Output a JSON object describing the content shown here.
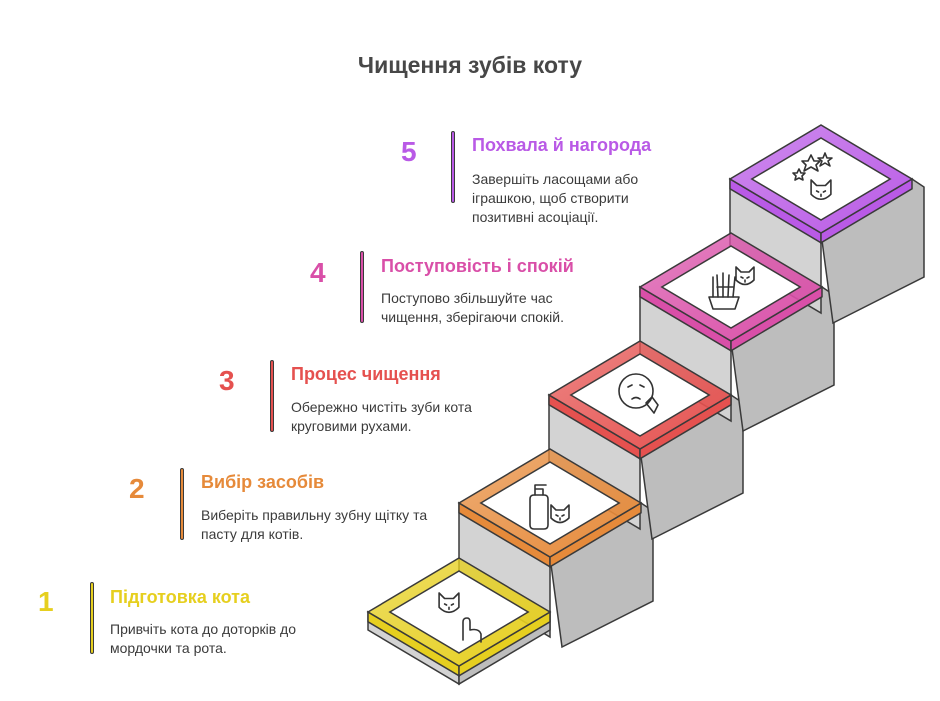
{
  "title": "Чищення зубів коту",
  "steps": [
    {
      "number": "1",
      "title": "Підготовка кота",
      "description": "Привчіть кота до доторків до мордочки та рота.",
      "color": "#e6cf1f",
      "icon": "cat-touch-icon"
    },
    {
      "number": "2",
      "title": "Вибір засобів",
      "description": "Виберіть правильну зубну щітку та пасту для котів.",
      "color": "#e68a3a",
      "icon": "toothpaste-cat-icon"
    },
    {
      "number": "3",
      "title": "Процес чищення",
      "description": "Обережно чистіть зуби кота круговими рухами.",
      "color": "#e5514f",
      "icon": "calm-face-icon"
    },
    {
      "number": "4",
      "title": "Поступовість і спокій",
      "description": "Поступово збільшуйте час чищення, зберігаючи спокій.",
      "color": "#d94fa8",
      "icon": "brush-cat-icon"
    },
    {
      "number": "5",
      "title": "Похвала й нагорода",
      "description": "Завершіть ласощами або іграшкою, щоб створити позитивні асоціації.",
      "color": "#b95ae6",
      "icon": "stars-cat-icon"
    }
  ]
}
